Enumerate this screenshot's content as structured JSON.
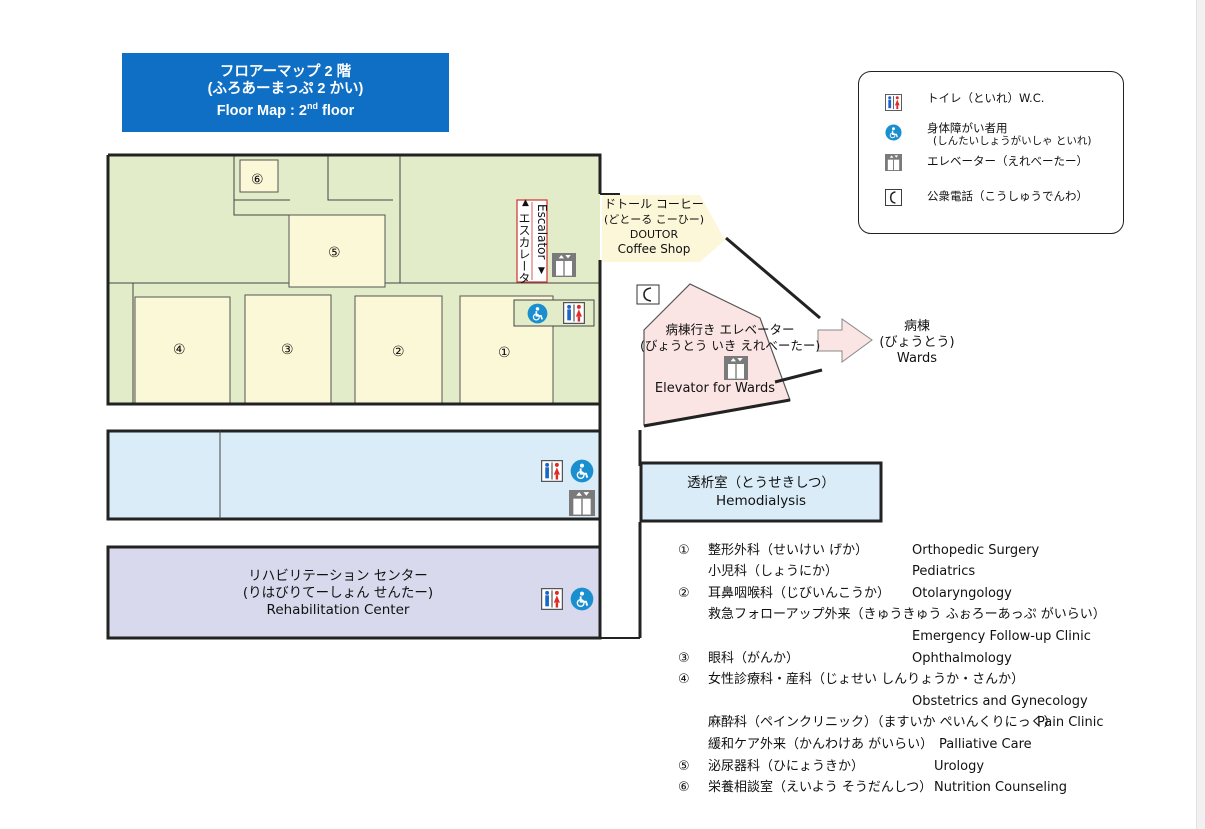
{
  "title": {
    "line1": "フロアーマップ 2 階",
    "line2": "(ふろあーまっぷ 2 かい)",
    "line3_prefix": "Floor Map :  2",
    "line3_sup": "nd",
    "line3_suffix": " floor"
  },
  "legend": {
    "toilet": "トイレ（といれ）W.C.",
    "accessible_line1": "身体障がい者用",
    "accessible_line2": "(しんたいしょうがいしゃ といれ)",
    "elevator": "エレベーター（えれべーたー）",
    "phone": "公衆電話（こうしゅうでんわ）"
  },
  "map": {
    "rooms": {
      "r1": "①",
      "r2": "②",
      "r3": "③",
      "r4": "④",
      "r5": "⑤",
      "r6": "⑥"
    },
    "escalator_en": "Escalator",
    "escalator_jp": "エスカレータ",
    "coffee": {
      "line1": "ドトール コーヒー",
      "line2": "(どとーる こーひー)",
      "line3": "DOUTOR",
      "line4": "Coffee Shop"
    },
    "ward_elevator": {
      "line1": "病棟行き エレベーター",
      "line2": "(びょうとう いき えれべーたー)",
      "line3": "Elevator for Wards"
    },
    "wards": {
      "line1": "病棟",
      "line2": "(びょうとう)",
      "line3": "Wards"
    },
    "hemodialysis": {
      "line1": "透析室（とうせきしつ）",
      "line2": "Hemodialysis"
    },
    "rehab": {
      "line1": "リハビリテーション センター",
      "line2": "(りはびりてーしょん せんたー)",
      "line3": "Rehabilitation Center"
    }
  },
  "departments": [
    {
      "num": "①",
      "jp": "整形外科（せいけい げか）",
      "en": "Orthopedic Surgery"
    },
    {
      "num": "",
      "jp": "小児科（しょうにか）",
      "en": "Pediatrics"
    },
    {
      "num": "②",
      "jp": "耳鼻咽喉科（じびいんこうか）",
      "en": "Otolaryngology"
    },
    {
      "num": "",
      "jp": "救急フォローアップ外来（きゅうきゅう ふぉろーあっぷ がいらい）",
      "en": ""
    },
    {
      "num": "",
      "jp": "",
      "en": "Emergency Follow-up Clinic"
    },
    {
      "num": "③",
      "jp": "眼科（がんか）",
      "en": "Ophthalmology"
    },
    {
      "num": "④",
      "jp": "女性診療科・産科（じょせい しんりょうか・さんか）",
      "en": ""
    },
    {
      "num": "",
      "jp": "",
      "en": "Obstetrics and Gynecology"
    },
    {
      "num": "",
      "jp": "麻酔科（ペインクリニック）（ますいか ぺいんくりにっく）",
      "en": "Pain Clinic"
    },
    {
      "num": "",
      "jp": "緩和ケア外来（かんわけあ がいらい）",
      "en": "Palliative Care"
    },
    {
      "num": "⑤",
      "jp": "泌尿器科（ひにょうきか）",
      "en": "Urology"
    },
    {
      "num": "⑥",
      "jp": "栄養相談室（えいよう そうだんしつ）",
      "en": "Nutrition Counseling"
    }
  ],
  "colors": {
    "title_bg": "#0e6fc4",
    "green_zone": "#e3ecc8",
    "room_fill": "#fbf8d8",
    "blue_zone": "#d9ecf7",
    "rehab_zone": "#d9d9ee",
    "pink_zone": "#fbe4e4",
    "coffee_zone": "#fdf7d9",
    "toilet_blue": "#1a66c9",
    "toilet_red": "#e02a2a"
  }
}
